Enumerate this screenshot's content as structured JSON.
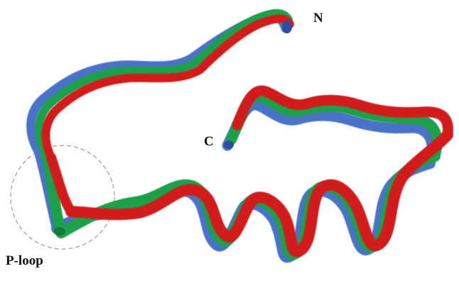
{
  "figure": {
    "labels": {
      "n_terminus": "N",
      "c_terminus": "C",
      "p_loop": "P-loop"
    },
    "colors": {
      "ribbon_blue": "#4a72c8",
      "ribbon_blue_dark": "#2f4f9e",
      "ribbon_green": "#1ea04a",
      "ribbon_green_dark": "#117a33",
      "ribbon_red": "#d21f1f",
      "ribbon_red_dark": "#a01010",
      "circle": "#9a9a9a"
    },
    "structures": [
      "blue-structure",
      "green-structure",
      "red-structure"
    ]
  }
}
